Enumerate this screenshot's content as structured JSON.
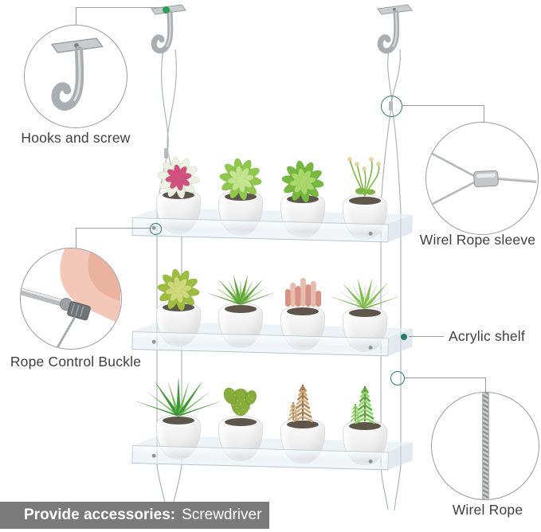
{
  "callouts": {
    "hooks": {
      "label": "Hooks and screw"
    },
    "rope_sleeve": {
      "label": "Wirel Rope sleeve"
    },
    "rope_buckle": {
      "label": "Rope Control Buckle"
    },
    "acrylic_shelf": {
      "label": "Acrylic shelf"
    },
    "wire_rope": {
      "label": "Wirel Rope"
    }
  },
  "banner": {
    "bold_text": "Provide accessories:",
    "regular_text": "Screwdriver"
  },
  "colors": {
    "accent_teal": "#2c7a68",
    "marker_green": "#25a050",
    "line_gray": "#9b9b9b",
    "label_text": "#3f3f3f",
    "banner_bg": "#7a7a7a",
    "banner_text": "#ffffff",
    "metal_gray": "#a9aeb2",
    "acrylic_edge": "#96a8b4"
  },
  "shelves": [
    {
      "tier": 1,
      "plants": [
        {
          "name": "pink-tipped echeveria",
          "type": "rosette",
          "color": "#ecf2e0",
          "accent": "#d2527f"
        },
        {
          "name": "light green echeveria",
          "type": "rosette",
          "color": "#8fc84c",
          "accent": "#c4e48f"
        },
        {
          "name": "green echeveria",
          "type": "rosette",
          "color": "#76b93e",
          "accent": "#a8d86a"
        },
        {
          "name": "flowering sprout succulent",
          "type": "sprout",
          "color": "#7fb648",
          "accent": "#e8d79b"
        }
      ]
    },
    {
      "tier": 2,
      "plants": [
        {
          "name": "yellow-green sedum rosette",
          "type": "rosette",
          "color": "#9dbd3f",
          "accent": "#cdd87b"
        },
        {
          "name": "spiky green haworthia",
          "type": "spiky",
          "color": "#5da83b",
          "accent": "#8ecb5e"
        },
        {
          "name": "pink finger crassula",
          "type": "fingers",
          "color": "#d79386",
          "accent": "#e9bcae"
        },
        {
          "name": "white-striped agave",
          "type": "spiky",
          "color": "#7fc050",
          "accent": "#ddebc4"
        }
      ]
    },
    {
      "tier": 3,
      "plants": [
        {
          "name": "green aloe",
          "type": "aloe",
          "color": "#3f9737",
          "accent": "#6fbf53"
        },
        {
          "name": "bunny-ear cactus",
          "type": "cactus",
          "color": "#86ad39",
          "accent": "#a9ca5f"
        },
        {
          "name": "brown pinecone succulent",
          "type": "pine",
          "color": "#b1855a",
          "accent": "#d2a97c"
        },
        {
          "name": "green pine succulent",
          "type": "pine",
          "color": "#58b23e",
          "accent": "#8ad867"
        }
      ]
    }
  ]
}
